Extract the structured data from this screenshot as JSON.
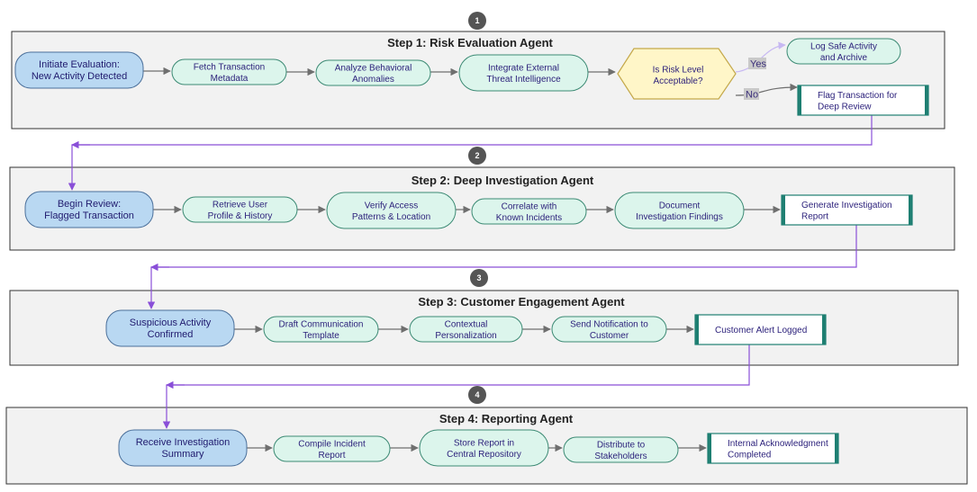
{
  "colors": {
    "panel_fill": "#f2f2f2",
    "panel_stroke": "#333333",
    "start_fill": "#b9d8f2",
    "start_stroke": "#4a6f9a",
    "node_fill": "#dcf5ec",
    "node_stroke": "#3c8a74",
    "end_bar": "#1e7f72",
    "decision_fill": "#fff6c8",
    "decision_stroke": "#c4a84a",
    "arrow": "#6f6f6f",
    "connector": "#8a4fd8",
    "badge_fill": "#555555",
    "label_fill": "#c9c9c9"
  },
  "badges": [
    "1",
    "2",
    "3",
    "4"
  ],
  "steps": [
    {
      "title": "Step 1: Risk Evaluation Agent",
      "start": [
        "Initiate Evaluation:",
        "New Activity Detected"
      ],
      "nodes": [
        [
          "Fetch Transaction",
          "Metadata"
        ],
        [
          "Analyze Behavioral",
          "Anomalies"
        ],
        [
          "Integrate External",
          "Threat Intelligence"
        ]
      ],
      "decision": [
        "Is Risk Level",
        "Acceptable?"
      ],
      "yes_label": "Yes",
      "no_label": "No",
      "yes_node": [
        "Log Safe Activity",
        "and Archive"
      ],
      "end": [
        "Flag Transaction for",
        "Deep Review"
      ]
    },
    {
      "title": "Step 2: Deep Investigation Agent",
      "start": [
        "Begin Review:",
        "Flagged Transaction"
      ],
      "nodes": [
        [
          "Retrieve User",
          "Profile & History"
        ],
        [
          "Verify Access",
          "Patterns & Location"
        ],
        [
          "Correlate with",
          "Known Incidents"
        ],
        [
          "Document",
          "Investigation Findings"
        ]
      ],
      "end": [
        "Generate Investigation",
        "Report"
      ]
    },
    {
      "title": "Step 3: Customer Engagement Agent",
      "start": [
        "Suspicious Activity",
        "Confirmed"
      ],
      "nodes": [
        [
          "Draft Communication",
          "Template"
        ],
        [
          "Contextual",
          "Personalization"
        ],
        [
          "Send Notification to",
          "Customer"
        ]
      ],
      "end": [
        "Customer Alert Logged"
      ]
    },
    {
      "title": "Step 4: Reporting Agent",
      "start": [
        "Receive Investigation",
        "Summary"
      ],
      "nodes": [
        [
          "Compile Incident",
          "Report"
        ],
        [
          "Store Report in",
          "Central Repository"
        ],
        [
          "Distribute to",
          "Stakeholders"
        ]
      ],
      "end": [
        "Internal Acknowledgment",
        "Completed"
      ]
    }
  ]
}
